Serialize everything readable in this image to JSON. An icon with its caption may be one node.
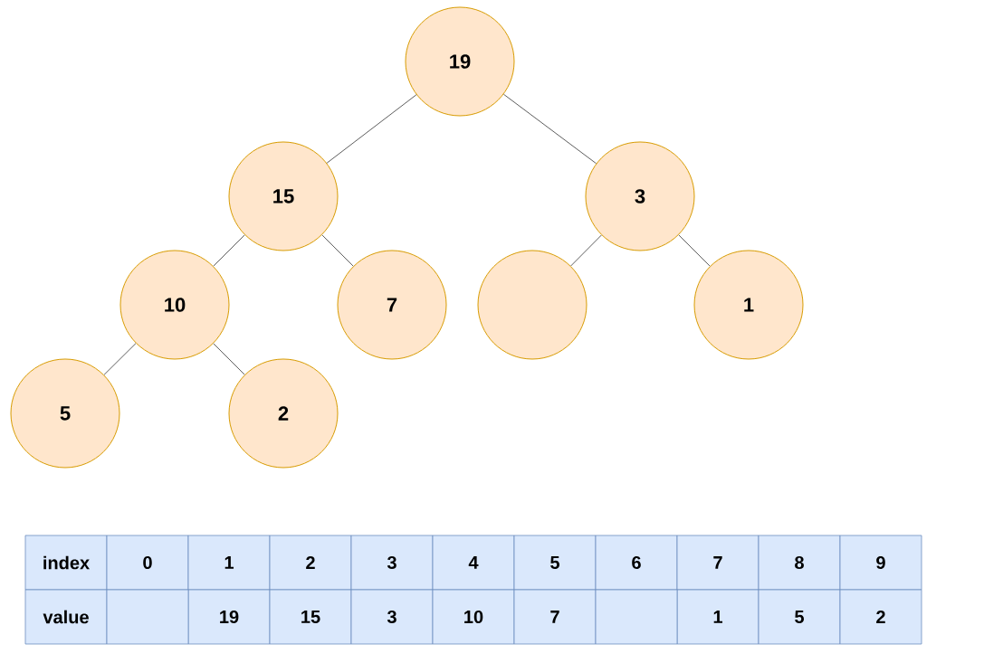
{
  "diagram": {
    "nodes": [
      {
        "text": [
          "19"
        ]
      },
      {
        "text": [
          "15"
        ]
      },
      {
        "text": [
          "3"
        ]
      },
      {
        "text": [
          "10"
        ]
      },
      {
        "text": [
          "7"
        ]
      },
      {
        "text": [],
        "shape": "circle"
      },
      {
        "text": [
          "1"
        ]
      },
      {
        "text": [
          "5"
        ]
      },
      {
        "text": [
          "2"
        ]
      }
    ],
    "edges": [
      {
        "from": 0,
        "to": 1,
        "arrow": "none"
      },
      {
        "from": 0,
        "to": 2,
        "arrow": "none"
      },
      {
        "from": 1,
        "to": 3,
        "arrow": "none"
      },
      {
        "from": 1,
        "to": 4,
        "arrow": "none"
      },
      {
        "from": 2,
        "to": 5,
        "arrow": "none"
      },
      {
        "from": 2,
        "to": 6,
        "arrow": "none"
      },
      {
        "from": 3,
        "to": 7,
        "arrow": "none"
      },
      {
        "from": 3,
        "to": 8,
        "arrow": "none"
      }
    ],
    "labels": [
      "index",
      "0",
      "1",
      "2",
      "3",
      "4",
      "5",
      "6",
      "7",
      "8",
      "9",
      "value",
      "19",
      "15",
      "3",
      "10",
      "7",
      "1",
      "5",
      "2"
    ]
  }
}
